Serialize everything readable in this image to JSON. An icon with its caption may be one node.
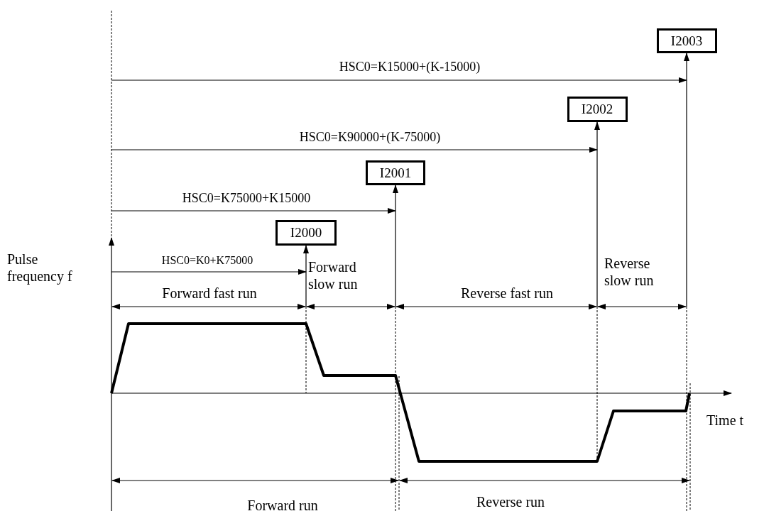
{
  "diagram": {
    "nodes": [
      {
        "text": [
          "I2000"
        ]
      },
      {
        "text": [
          "I2001"
        ]
      },
      {
        "text": [
          "I2002"
        ]
      },
      {
        "text": [
          "I2003"
        ]
      }
    ],
    "edges": [
      {
        "from": null,
        "to": 0,
        "arrow": "to"
      },
      {
        "from": null,
        "to": 1,
        "arrow": "to"
      },
      {
        "from": null,
        "to": 2,
        "arrow": "to"
      },
      {
        "from": null,
        "to": 3,
        "arrow": "to"
      }
    ],
    "labels": [
      "HSC0=K15000+(K-15000)",
      "HSC0=K90000+(K-75000)",
      "HSC0=K75000+K15000",
      "Pulse frequency f",
      "HSC0=K0+K75000",
      "Forward slow run",
      "Reverse slow run",
      "Forward fast run",
      "Reverse fast run",
      "Time t",
      "Forward run",
      "Reverse run"
    ]
  }
}
